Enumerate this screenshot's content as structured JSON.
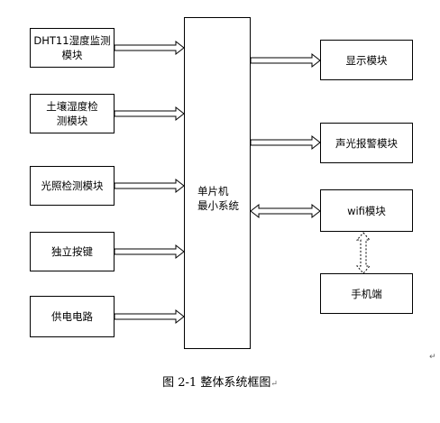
{
  "diagram": {
    "inputs": [
      {
        "id": "dht11",
        "label": "DHT11湿度监测\n模块"
      },
      {
        "id": "soil",
        "label": "土壤湿度检\n测模块"
      },
      {
        "id": "light",
        "label": "光照检测模块"
      },
      {
        "id": "key",
        "label": "独立按键"
      },
      {
        "id": "power",
        "label": "供电电路"
      }
    ],
    "mcu": {
      "label": "单片机\n最小系统"
    },
    "outputs": [
      {
        "id": "display",
        "label": "显示模块"
      },
      {
        "id": "alarm",
        "label": "声光报警模块"
      },
      {
        "id": "wifi",
        "label": "wifi模块"
      },
      {
        "id": "phone",
        "label": "手机端"
      }
    ],
    "caption": "图 2-1 整体系统框图",
    "return_mark": "↵"
  }
}
